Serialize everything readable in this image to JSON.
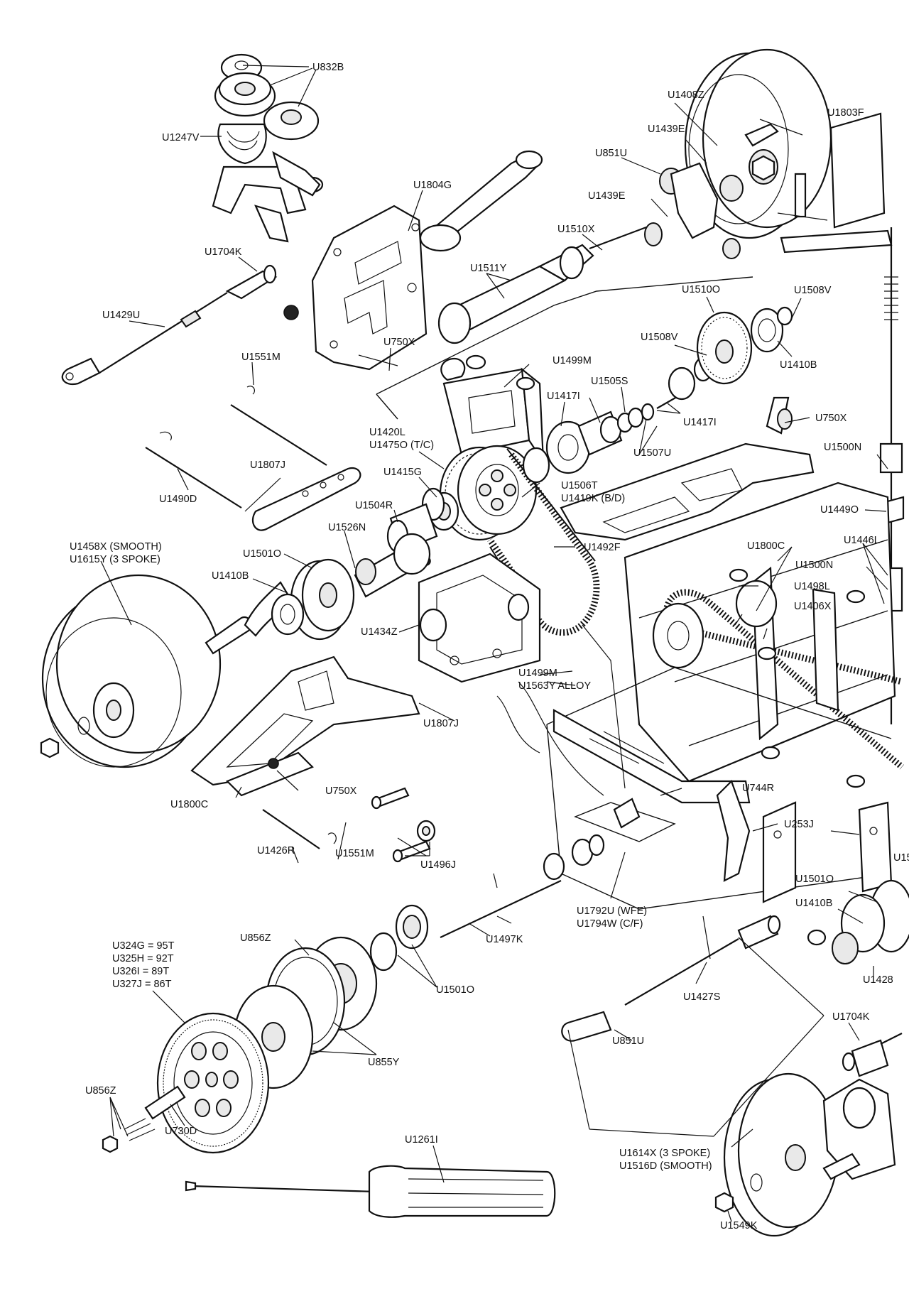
{
  "labels": {
    "u832b": "U832B",
    "u1247v": "U1247V",
    "u1804g": "U1804G",
    "u1704k_top": "U1704K",
    "u1429u": "U1429U",
    "u750x_top": "U750X",
    "u1551m_top": "U1551M",
    "u1511y": "U1511Y",
    "u1510x": "U1510X",
    "u1439e_a": "U1439E",
    "u1439e_b": "U1439E",
    "u851u_top": "U851U",
    "u1408z": "U1408Z",
    "u1803f": "U1803F",
    "u1510o": "U1510O",
    "u1508v_a": "U1508V",
    "u1508v_b": "U1508V",
    "u1410b_top": "U1410B",
    "u1499m_top": "U1499M",
    "u1505s": "U1505S",
    "u1417i_a": "U1417I",
    "u1417i_b": "U1417I",
    "u1420l": "U1420L",
    "u1475o": "U1475O (T/C)",
    "u1507u": "U1507U",
    "u750x_right": "U750X",
    "u1500n_a": "U1500N",
    "u1415g": "U1415G",
    "u1506t": "U1506T",
    "u1419k": "U1419K (B/D)",
    "u1807j_top": "U1807J",
    "u1490d": "U1490D",
    "u1504r": "U1504R",
    "u1449o": "U1449O",
    "u1446l": "U1446L",
    "u1526n": "U1526N",
    "u1492f": "U1492F",
    "u1800c_right": "U1800C",
    "u1458x": "U1458X (SMOOTH)",
    "u1615y": "U1615Y (3 SPOKE)",
    "u1501o_top": "U1501O",
    "u1410b_left": "U1410B",
    "u1500n_b": "U1500N",
    "u1498l": "U1498L",
    "u1406x": "U1406X",
    "u1434z": "U1434Z",
    "u1499m_mid": "U1499M",
    "u1563y": "U1563Y ALLOY",
    "u1807j_low": "U1807J",
    "u750x_low": "U750X",
    "u1800c_left": "U1800C",
    "u744r": "U744R",
    "u253j": "U253J",
    "u15_edge": "U15",
    "u1426r": "U1426R",
    "u1551m_low": "U1551M",
    "u1496j": "U1496J",
    "u1501o_right": "U1501O",
    "u1410b_right": "U1410B",
    "u1792u": "U1792U (WFE)",
    "u1794w": "U1794W (C/F)",
    "u324g": "U324G = 95T",
    "u325h": "U325H = 92T",
    "u326i": "U326I  = 89T",
    "u327j": "U327J  = 86T",
    "u856z_a": "U856Z",
    "u1497k": "U1497K",
    "u1501o_low": "U1501O",
    "u1428": "U1428",
    "u1427s": "U1427S",
    "u1704k_low": "U1704K",
    "u855y": "U855Y",
    "u851u_low": "U851U",
    "u856z_b": "U856Z",
    "u730d": "U730D",
    "u1261i": "U1261I",
    "u1614x": "U1614X (3 SPOKE)",
    "u1516d": "U1516D (SMOOTH)",
    "u1549k": "U1549K"
  }
}
